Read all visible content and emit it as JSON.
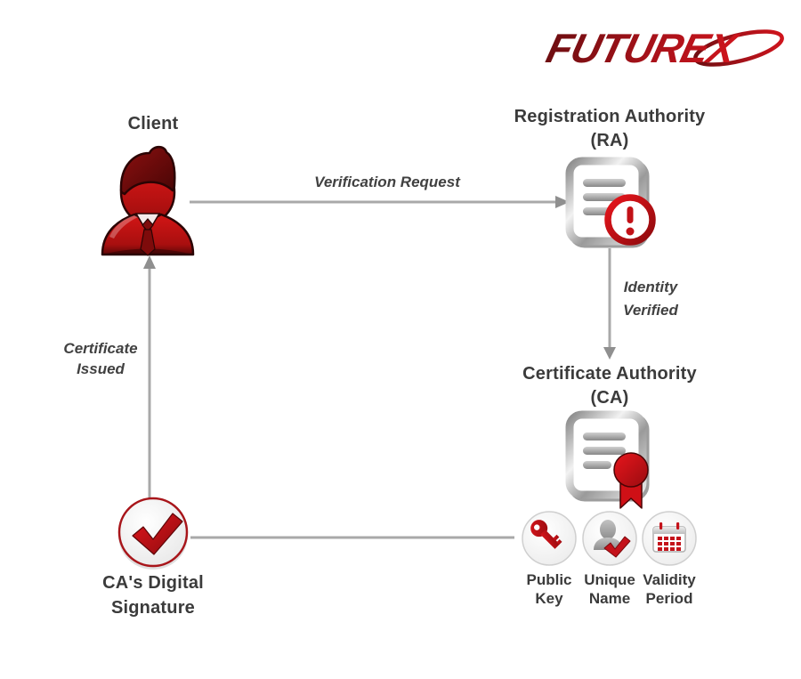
{
  "logo": {
    "text": "FUTUREX"
  },
  "nodes": {
    "client": {
      "label": "Client"
    },
    "registration_authority": {
      "line1": "Registration Authority",
      "line2": "(RA)"
    },
    "certificate_authority": {
      "line1": "Certificate Authority",
      "line2": "(CA)"
    },
    "ca_digital_signature": {
      "line1": "CA's Digital",
      "line2": "Signature"
    }
  },
  "edges": {
    "verification_request": {
      "label": "Verification Request"
    },
    "identity_verified": {
      "line1": "Identity",
      "line2": "Verified"
    },
    "certificate_issued": {
      "line1": "Certificate",
      "line2": "Issued"
    }
  },
  "attributes": [
    {
      "icon": "public-key-icon",
      "line1": "Public",
      "line2": "Key"
    },
    {
      "icon": "unique-name-icon",
      "line1": "Unique",
      "line2": "Name"
    },
    {
      "icon": "validity-period-icon",
      "line1": "Validity",
      "line2": "Period"
    }
  ],
  "colors": {
    "brand_red": "#b5121a",
    "dark_red": "#7a0c10",
    "line_gray": "#a9a9a9",
    "arrowhead_gray": "#8f8f8f",
    "text_dark": "#3b3b3b",
    "metal_gray": "#9a9a9a"
  }
}
